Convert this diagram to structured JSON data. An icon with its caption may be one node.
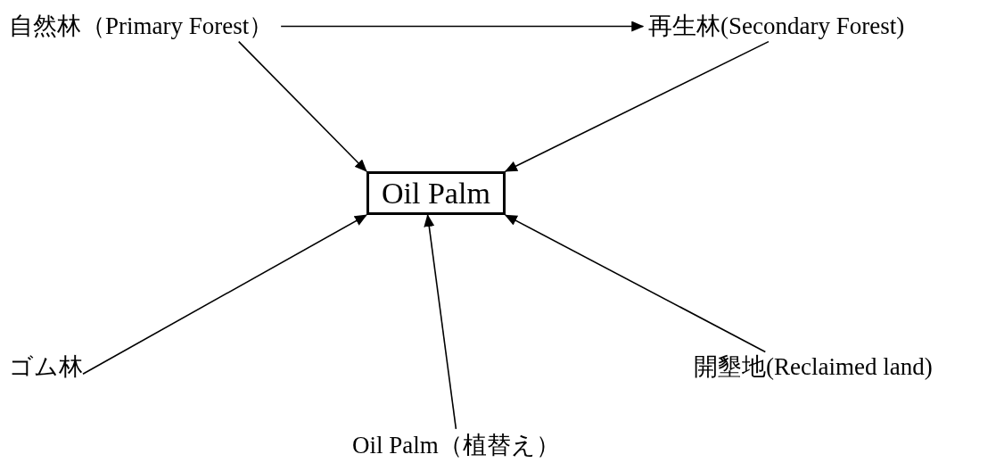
{
  "diagram": {
    "nodes": [
      {
        "text": [
          "自然林（Primary Forest）"
        ]
      },
      {
        "text": [
          "再生林(Secondary Forest)"
        ]
      },
      {
        "text": [
          "Oil Palm"
        ]
      },
      {
        "text": [
          "ゴム林"
        ]
      },
      {
        "text": [
          "開墾地(Reclaimed land)"
        ]
      },
      {
        "text": [
          "Oil Palm（植替え）"
        ]
      }
    ],
    "edges": [
      {
        "from": 0,
        "to": 1,
        "arrow": "to"
      },
      {
        "from": 0,
        "to": 2,
        "arrow": "to"
      },
      {
        "from": 1,
        "to": 2,
        "arrow": "to"
      },
      {
        "from": 3,
        "to": 2,
        "arrow": "to"
      },
      {
        "from": 5,
        "to": 2,
        "arrow": "to"
      },
      {
        "from": 4,
        "to": 2,
        "arrow": "to"
      }
    ]
  }
}
